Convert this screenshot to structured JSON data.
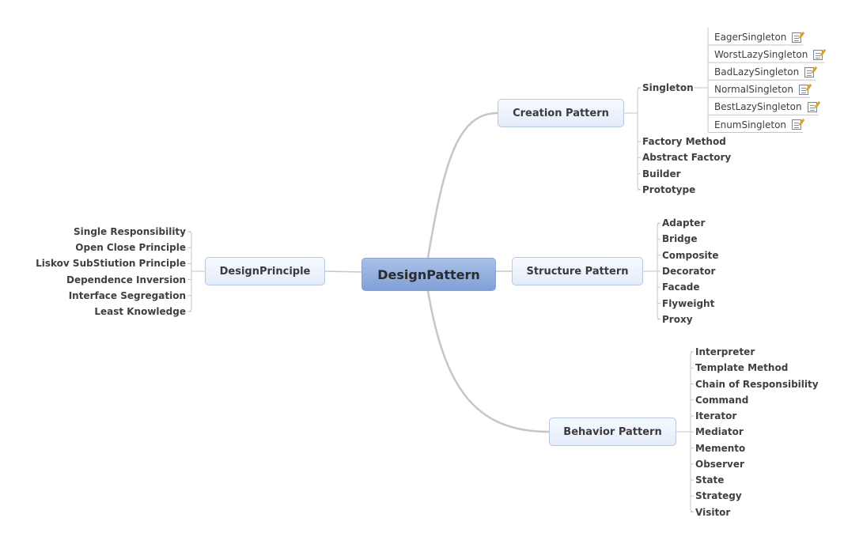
{
  "central": {
    "label": "DesignPattern"
  },
  "principle": {
    "label": "DesignPrinciple",
    "items": [
      "Single Responsibility",
      "Open Close Principle",
      "Liskov SubStiution Principle",
      "Dependence Inversion",
      "Interface Segregation",
      "Least Knowledge"
    ]
  },
  "creation": {
    "label": "Creation Pattern",
    "singleton": {
      "label": "Singleton",
      "items": [
        "EagerSingleton",
        "WorstLazySingleton",
        "BadLazySingleton",
        "NormalSingleton",
        "BestLazySingleton",
        "EnumSingleton"
      ],
      "item_icon": "note-icon"
    },
    "items": [
      "Factory Method",
      "Abstract Factory",
      "Builder",
      "Prototype"
    ]
  },
  "structure": {
    "label": "Structure Pattern",
    "items": [
      "Adapter",
      "Bridge",
      "Composite",
      "Decorator",
      "Facade",
      "Flyweight",
      "Proxy"
    ]
  },
  "behavior": {
    "label": "Behavior Pattern",
    "items": [
      "Interpreter",
      "Template Method",
      "Chain of Responsibility",
      "Command",
      "Iterator",
      "Mediator",
      "Memento",
      "Observer",
      "State",
      "Strategy",
      "Visitor"
    ]
  },
  "colors": {
    "branch_line": "#c6c6c6",
    "central_fill": "#8fabdc",
    "topic_fill": "#eaf0fb",
    "topic_border": "#b8c8e4"
  }
}
